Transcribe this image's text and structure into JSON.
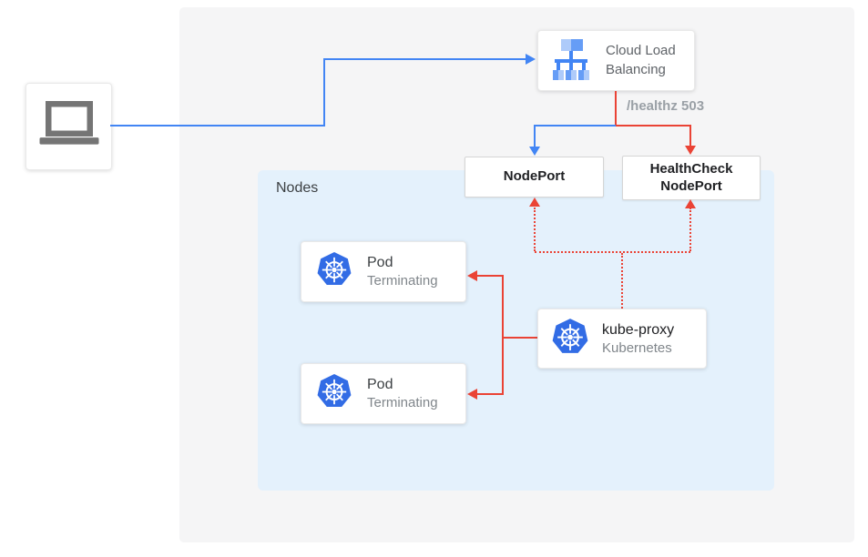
{
  "client": {
    "icon": "laptop-icon"
  },
  "load_balancer": {
    "label": "Cloud Load Balancing",
    "icon": "cloud-load-balancing-icon"
  },
  "health_path": {
    "label": "/healthz 503"
  },
  "node_port": {
    "label": "NodePort"
  },
  "health_check_node_port": {
    "label": "HealthCheck NodePort"
  },
  "nodes_panel": {
    "label": "Nodes"
  },
  "pods": [
    {
      "title": "Pod",
      "status": "Terminating",
      "icon": "kubernetes-icon"
    },
    {
      "title": "Pod",
      "status": "Terminating",
      "icon": "kubernetes-icon"
    }
  ],
  "kube_proxy": {
    "title": "kube-proxy",
    "subtitle": "Kubernetes",
    "icon": "kubernetes-icon"
  },
  "colors": {
    "traffic_blue": "#4285f4",
    "healthcheck_red": "#ea4335",
    "outer_panel_gray": "#f5f5f6",
    "nodes_panel_blue": "#e4f1fc",
    "kubernetes_blue": "#326ce5",
    "text_dark": "#202124",
    "text_gray": "#5f6368",
    "text_light_gray": "#80868b",
    "healthz_text_gray": "#9aa0a6",
    "laptop_gray": "#757575"
  }
}
